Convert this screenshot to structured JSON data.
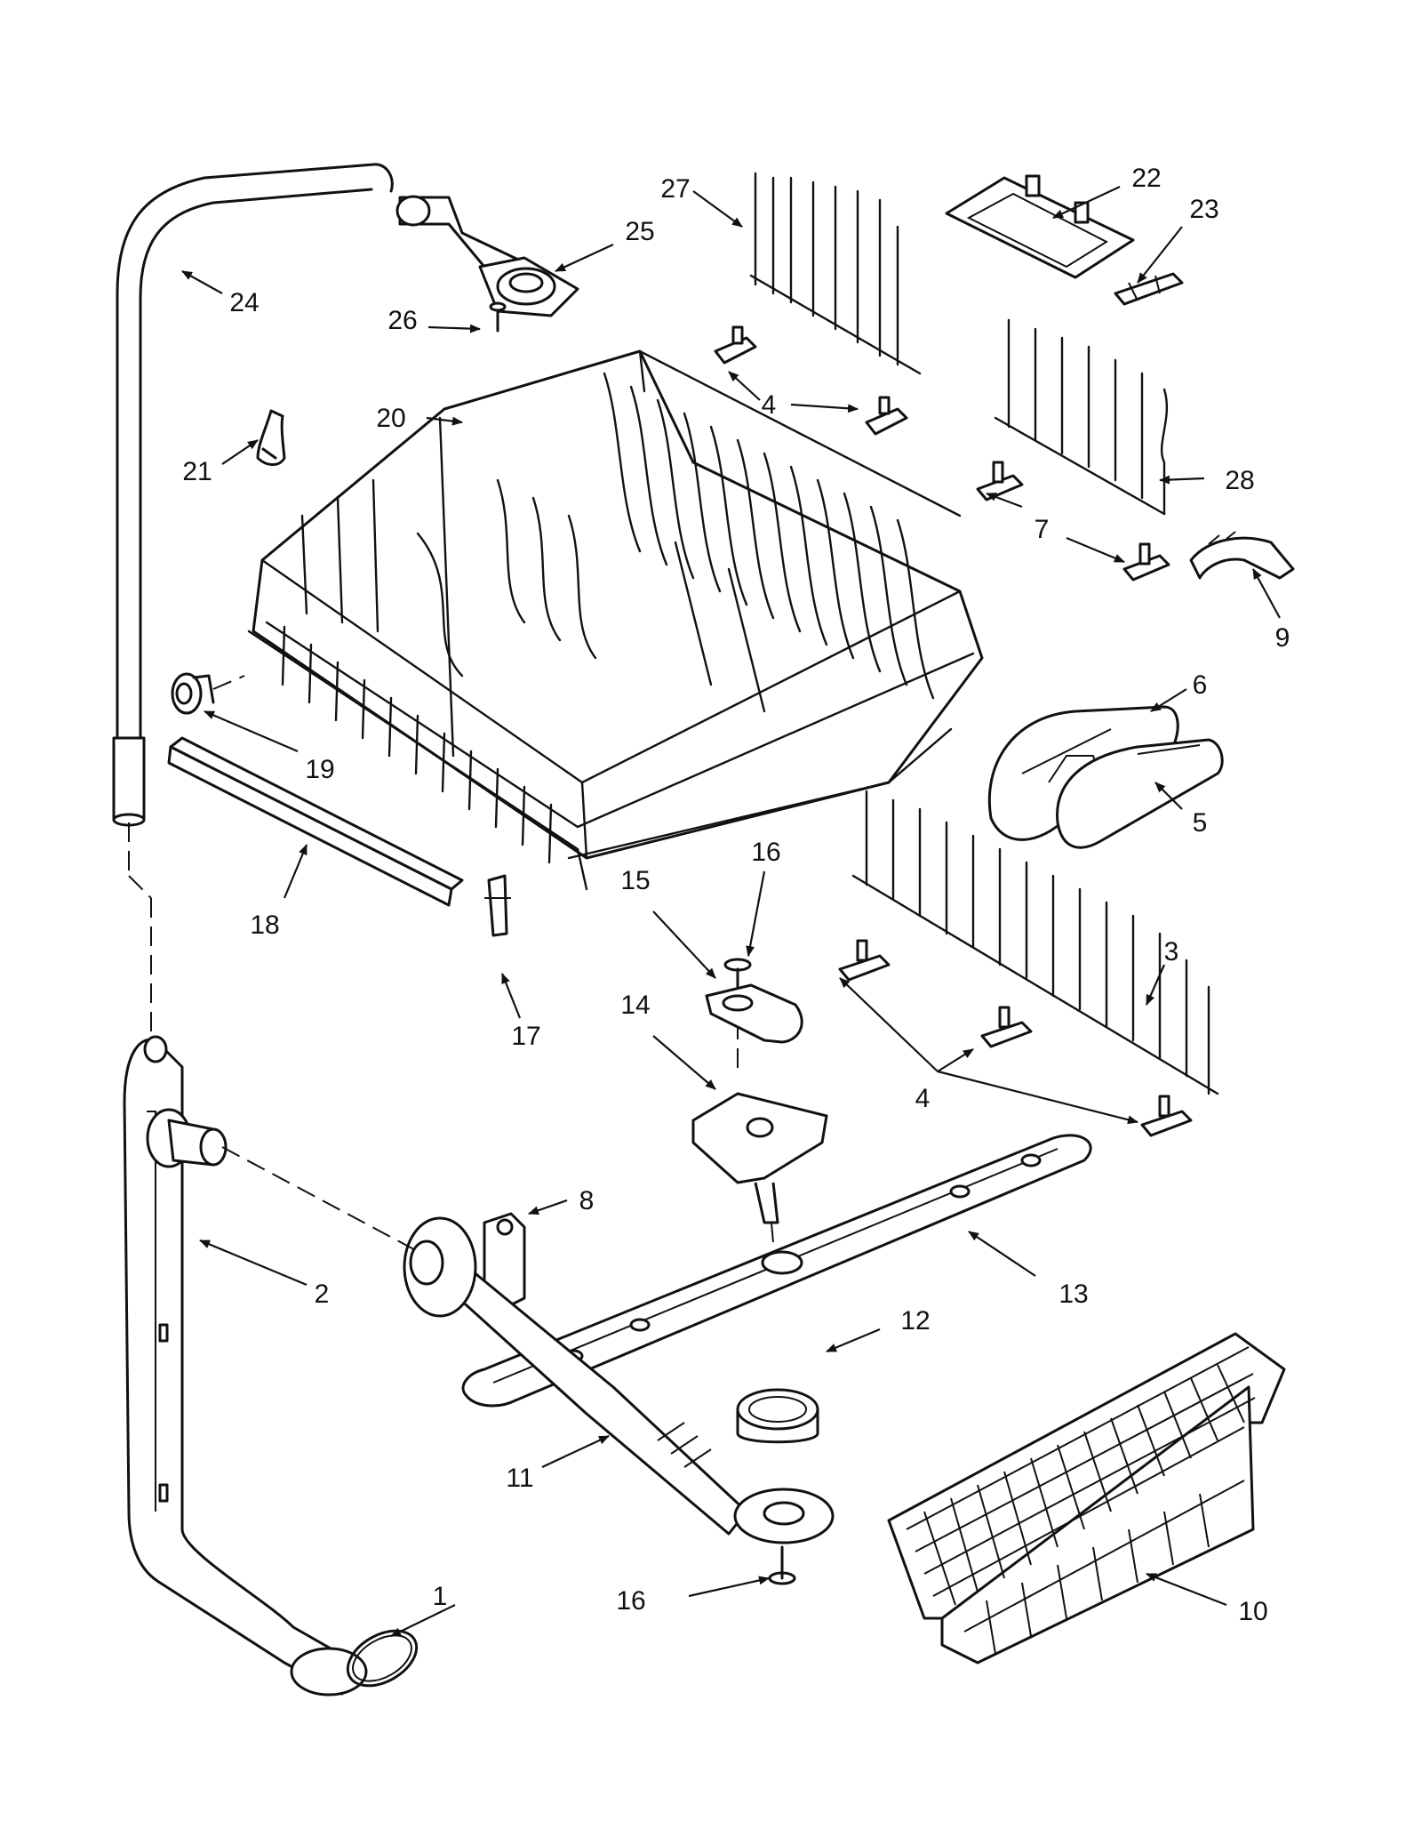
{
  "diagram": {
    "callouts": [
      {
        "id": "1",
        "label": "1"
      },
      {
        "id": "2",
        "label": "2"
      },
      {
        "id": "3",
        "label": "3"
      },
      {
        "id": "4a",
        "label": "4"
      },
      {
        "id": "4b",
        "label": "4"
      },
      {
        "id": "5",
        "label": "5"
      },
      {
        "id": "6",
        "label": "6"
      },
      {
        "id": "7",
        "label": "7"
      },
      {
        "id": "8",
        "label": "8"
      },
      {
        "id": "9",
        "label": "9"
      },
      {
        "id": "10",
        "label": "10"
      },
      {
        "id": "11",
        "label": "11"
      },
      {
        "id": "12",
        "label": "12"
      },
      {
        "id": "13",
        "label": "13"
      },
      {
        "id": "14",
        "label": "14"
      },
      {
        "id": "15",
        "label": "15"
      },
      {
        "id": "16a",
        "label": "16"
      },
      {
        "id": "16b",
        "label": "16"
      },
      {
        "id": "17",
        "label": "17"
      },
      {
        "id": "18",
        "label": "18"
      },
      {
        "id": "19",
        "label": "19"
      },
      {
        "id": "20",
        "label": "20"
      },
      {
        "id": "21",
        "label": "21"
      },
      {
        "id": "22",
        "label": "22"
      },
      {
        "id": "23",
        "label": "23"
      },
      {
        "id": "24",
        "label": "24"
      },
      {
        "id": "25",
        "label": "25"
      },
      {
        "id": "26",
        "label": "26"
      },
      {
        "id": "27",
        "label": "27"
      },
      {
        "id": "28",
        "label": "28"
      }
    ]
  }
}
